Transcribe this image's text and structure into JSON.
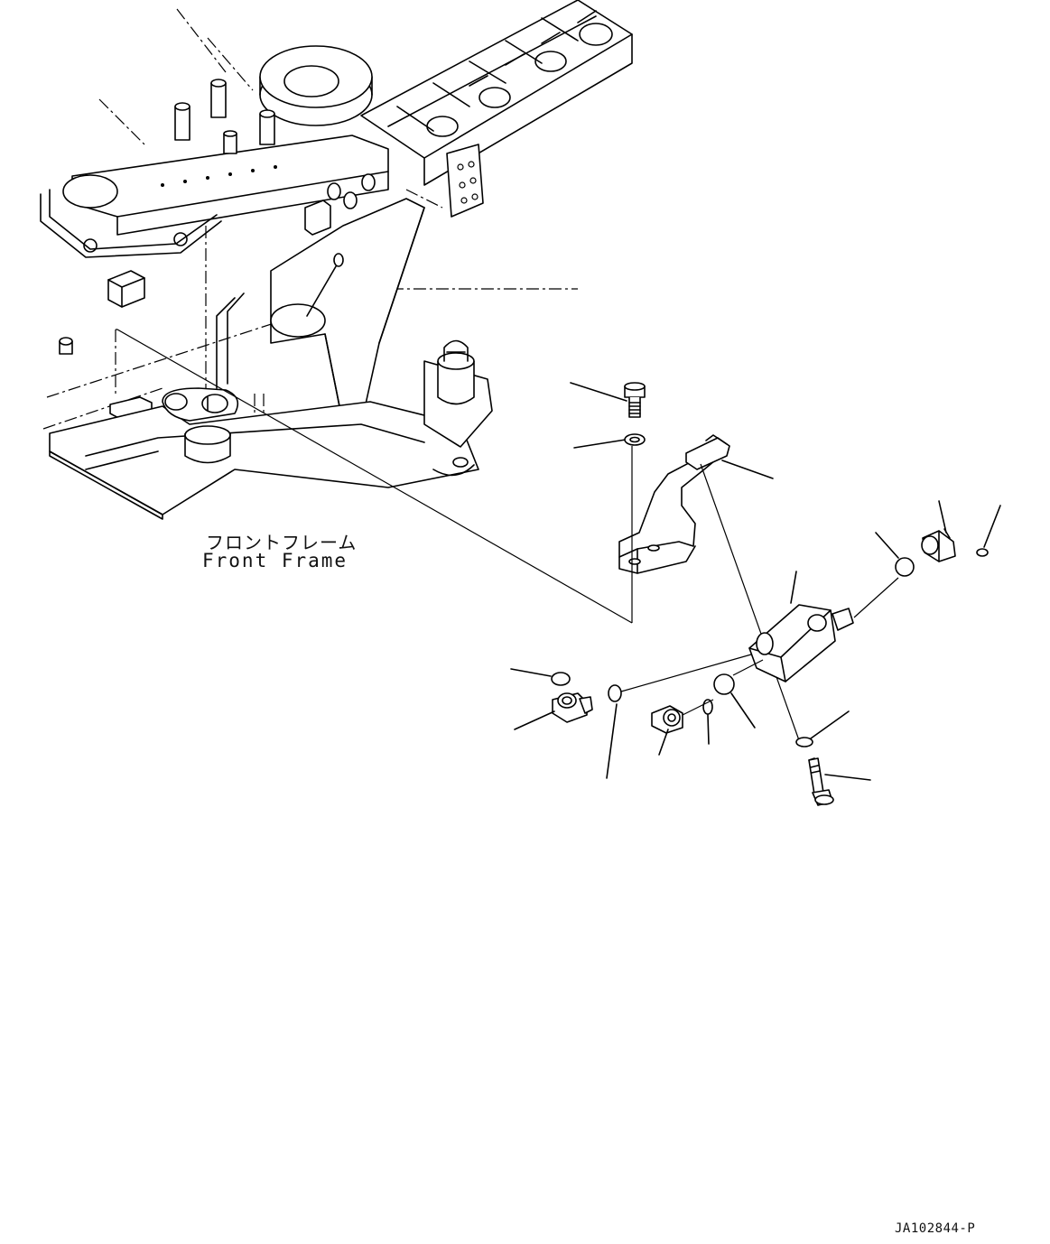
{
  "frame_label": {
    "japanese": "フロントフレーム",
    "english": "Front Frame"
  },
  "drawing_code": "JA102844-P"
}
